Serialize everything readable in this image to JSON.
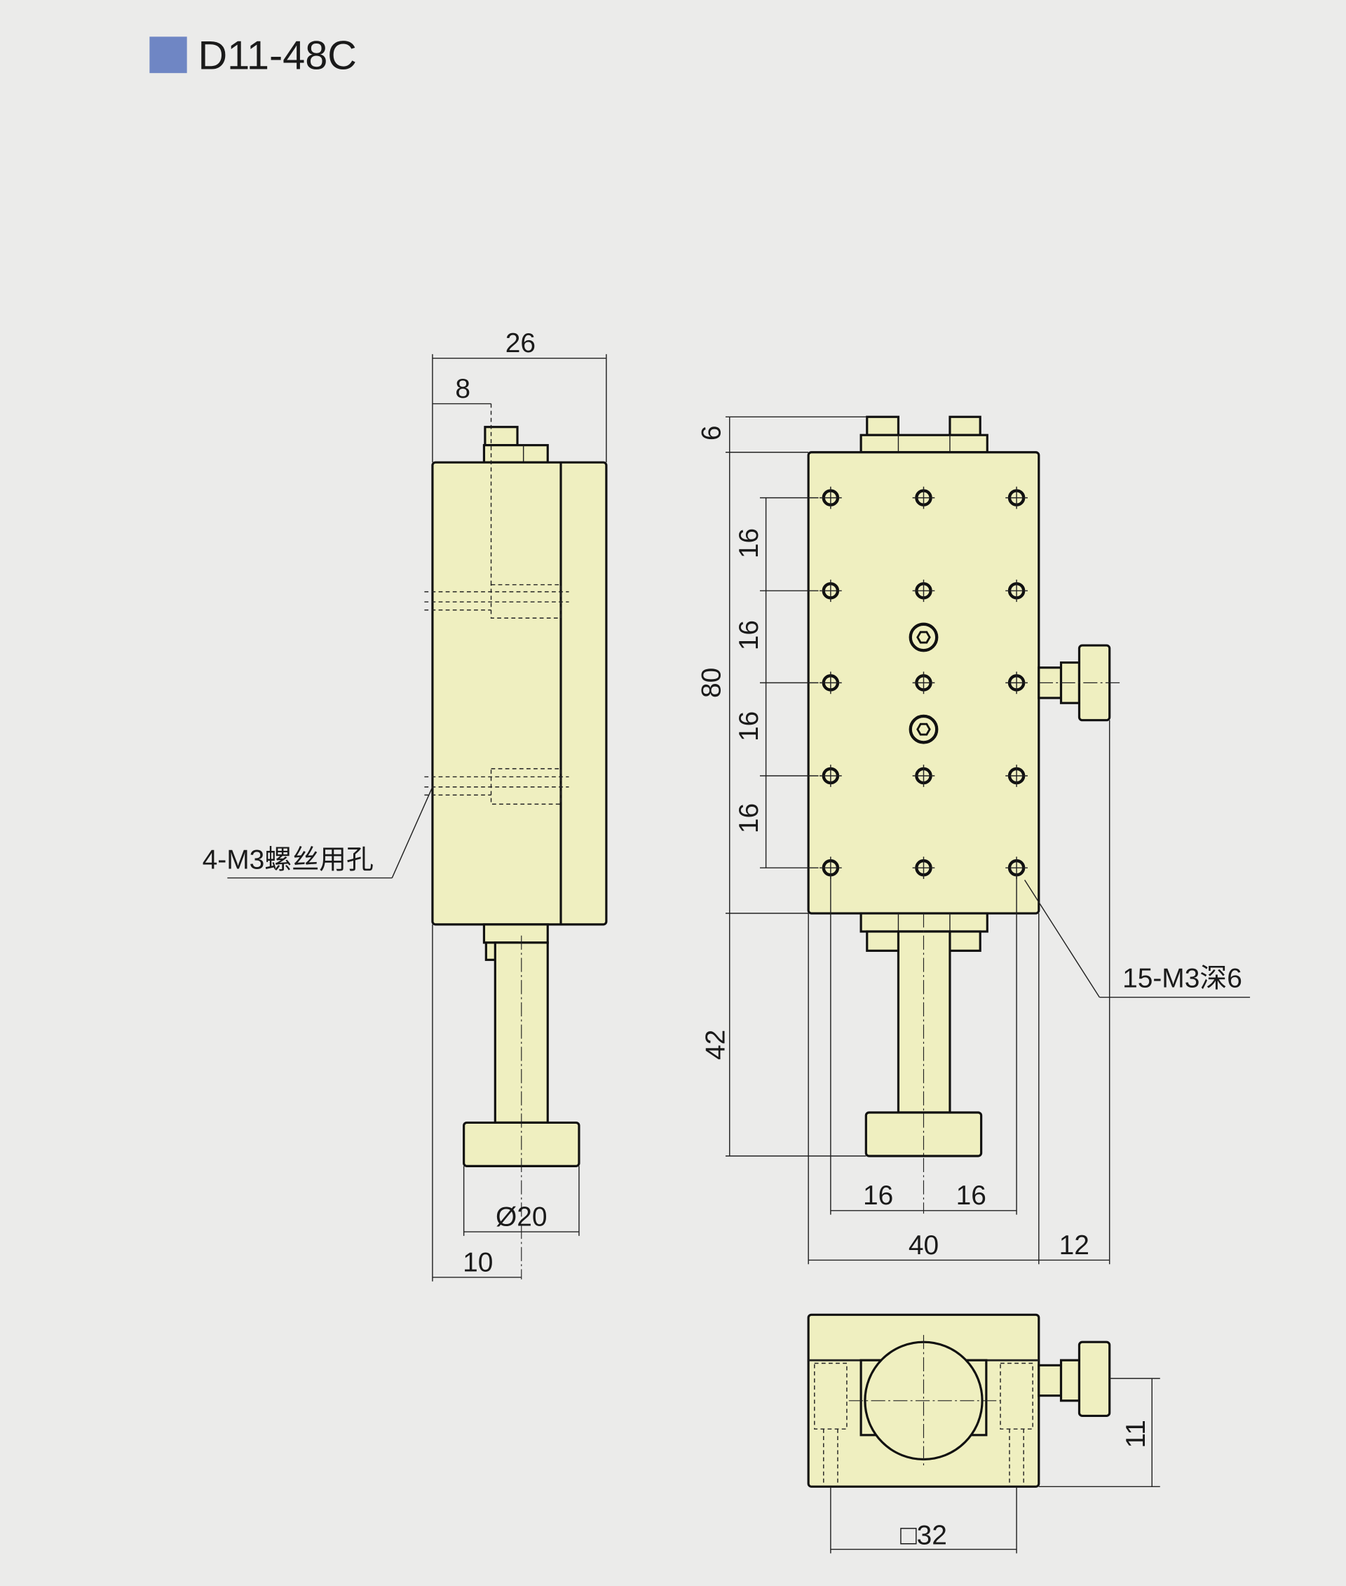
{
  "title": "D11-48C",
  "colors": {
    "title_marker": "#6f86c4",
    "part_fill": "#efefc0",
    "background": "#ebebea"
  },
  "side_view": {
    "dim_width": "26",
    "dim_offset": "8",
    "dim_knob_dia": "Ø20",
    "dim_knob_offset": "10",
    "note": "4-M3螺丝用孔"
  },
  "front_view": {
    "dim_top": "6",
    "dim_length": "80",
    "dim_knob_length": "42",
    "dim_pitch_v": [
      "16",
      "16",
      "16",
      "16"
    ],
    "dim_pitch_h": [
      "16",
      "16"
    ],
    "dim_width": "40",
    "dim_knob_protrusion": "12",
    "note": "15-M3深6"
  },
  "bottom_view": {
    "dim_height": "11",
    "dim_square": "□32"
  }
}
